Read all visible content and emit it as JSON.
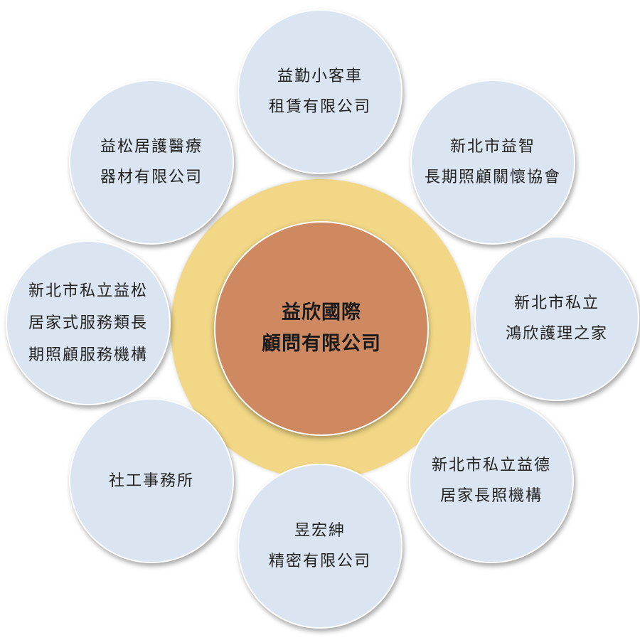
{
  "diagram": {
    "center": {
      "lines": [
        "益欣國際",
        "顧問有限公司"
      ]
    },
    "satellites": [
      {
        "lines": [
          "益勤小客車",
          "租賃有限公司"
        ]
      },
      {
        "lines": [
          "新北市益智",
          "長期照顧關懷協會"
        ]
      },
      {
        "lines": [
          "新北市私立",
          "鴻欣護理之家"
        ]
      },
      {
        "lines": [
          "新北市私立益德",
          "居家長照機構"
        ]
      },
      {
        "lines": [
          "昱宏紳",
          "精密有限公司"
        ]
      },
      {
        "lines": [
          "社工事務所"
        ]
      },
      {
        "lines": [
          "新北市私立益松",
          "居家式服務類長",
          "期照顧服務機構"
        ]
      },
      {
        "lines": [
          "益松居護醫療",
          "器材有限公司"
        ]
      }
    ],
    "colors": {
      "center_fill": "#cf8960",
      "ring_fill": "#f2d886",
      "satellite_fill": "#dbe5f2"
    }
  }
}
